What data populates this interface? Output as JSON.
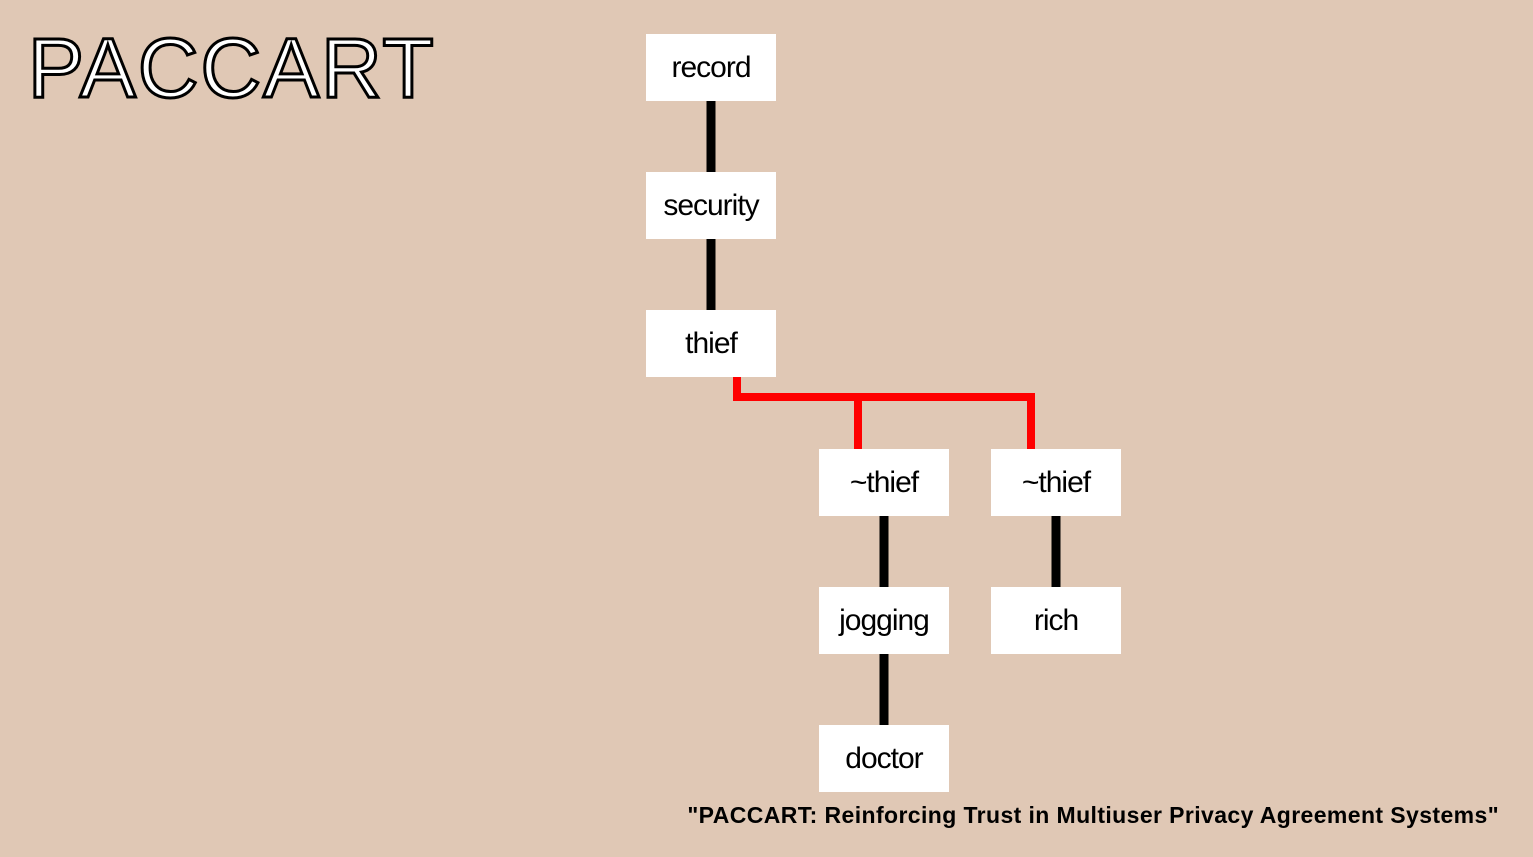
{
  "logo": "PACCART",
  "caption": "\"PACCART: Reinforcing Trust in Multiuser Privacy Agreement Systems\"",
  "colors": {
    "background": "#e0c8b5",
    "node_fill": "#ffffff",
    "edge_default": "#000000",
    "edge_highlight": "#ff0000"
  },
  "tree": {
    "nodes": [
      {
        "id": "record",
        "label": "record"
      },
      {
        "id": "security",
        "label": "security"
      },
      {
        "id": "thief",
        "label": "thief"
      },
      {
        "id": "not-thief-1",
        "label": "~thief"
      },
      {
        "id": "not-thief-2",
        "label": "~thief"
      },
      {
        "id": "jogging",
        "label": "jogging"
      },
      {
        "id": "rich",
        "label": "rich"
      },
      {
        "id": "doctor",
        "label": "doctor"
      }
    ],
    "edges": [
      {
        "from": "record",
        "to": "security",
        "highlight": false
      },
      {
        "from": "security",
        "to": "thief",
        "highlight": false
      },
      {
        "from": "thief",
        "to": "not-thief-1",
        "highlight": true
      },
      {
        "from": "thief",
        "to": "not-thief-2",
        "highlight": true
      },
      {
        "from": "not-thief-1",
        "to": "jogging",
        "highlight": false
      },
      {
        "from": "jogging",
        "to": "doctor",
        "highlight": false
      },
      {
        "from": "not-thief-2",
        "to": "rich",
        "highlight": false
      }
    ]
  }
}
